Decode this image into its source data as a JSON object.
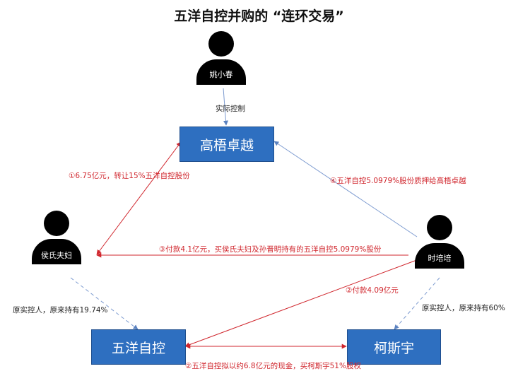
{
  "title": "五洋自控并购的 “连环交易”",
  "entities": {
    "gaowu": "高梧卓越",
    "wuyang": "五洋自控",
    "kesiyu": "柯斯宇"
  },
  "persons": {
    "yao": "姚小春",
    "hou": "侯氏夫妇",
    "shi": "时培培"
  },
  "labels": {
    "control": "实际控制",
    "step1": "①6.75亿元，转让15%五洋自控股份",
    "step4": "④五洋自控5.0979%股份质押给高梧卓越",
    "step3": "③付款4.1亿元，买侯氏夫妇及孙晋明持有的五洋自控5.0979%股份",
    "step2_pay": "②付款4.09亿元",
    "hou_note": "原实控人，原来持有19.74%",
    "shi_note": "原实控人，原来持有60%",
    "step2_cash": "②五洋自控拟以约6.8亿元的现金，买柯斯宇51%股权"
  },
  "colors": {
    "box": "#2e6fc0",
    "red_arrow": "#d0262d",
    "blue_arrow": "#6f93c8",
    "person": "#000000"
  }
}
